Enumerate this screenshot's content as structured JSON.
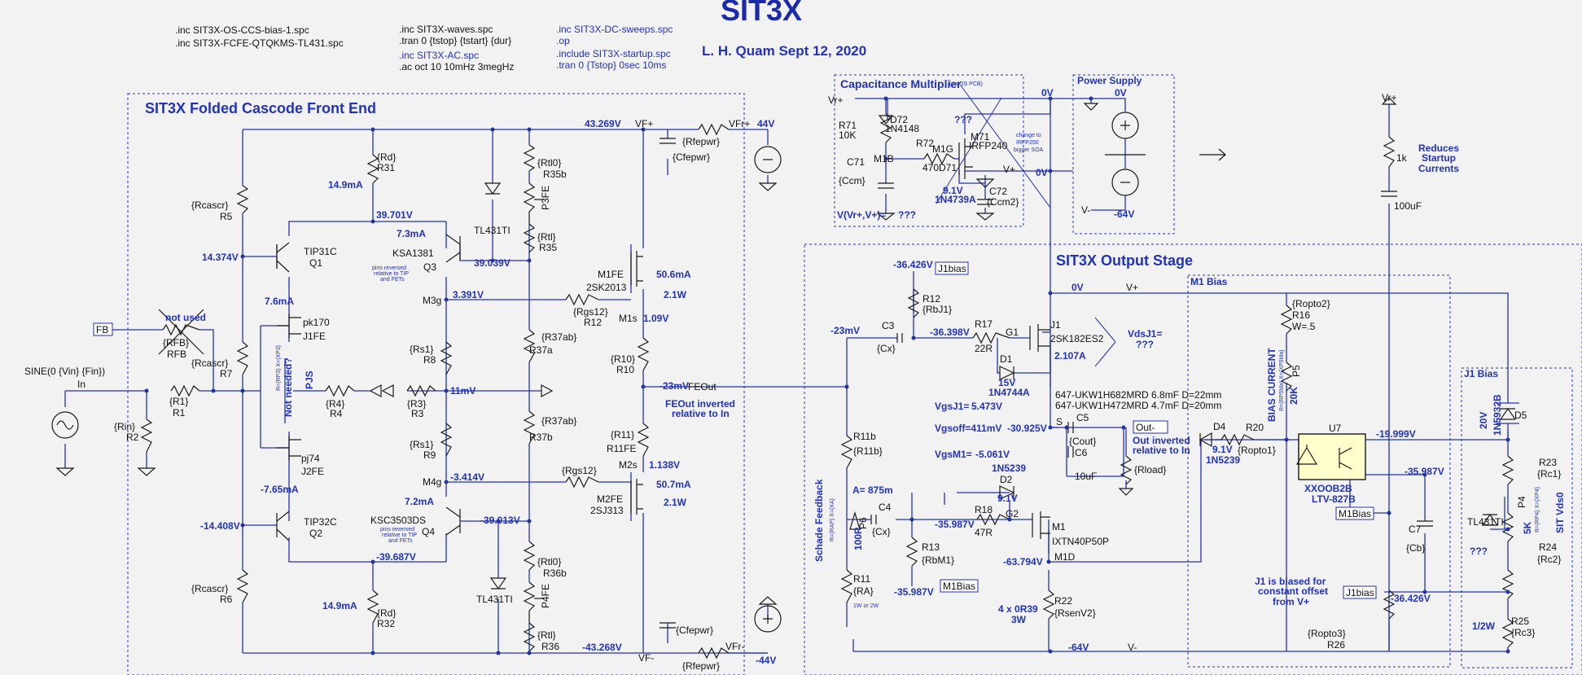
{
  "title": "SIT3X",
  "author_line": "L. H. Quam   Sept 12, 2020",
  "directives": {
    "d1": ".inc SIT3X-OS-CCS-bias-1.spc",
    "d2": ".inc SIT3X-FCFE-QTQKMS-TL431.spc",
    "d3": ".inc SIT3X-waves.spc",
    "d4": ".tran 0 {tstop} {tstart} {dur}",
    "d5": ".inc SIT3X-AC.spc",
    "d6": ".ac oct 10 10mHz 3megHz",
    "d7": ".inc SIT3X-DC-sweeps.spc",
    "d8": ".op",
    "d9": ".include SIT3X-startup.spc",
    "d10": ".tran 0 {Tstop} 0sec 10ms"
  },
  "sections": {
    "front_end": "SIT3X Folded Cascode Front End",
    "cap_mult": "Capacitance Multiplier",
    "cap_mult_note": "(on OS PCB)",
    "power_supply": "Power Supply",
    "output_stage": "SIT3X Output Stage",
    "m1_bias": "M1 Bias",
    "j1_bias": "J1 Bias"
  },
  "front_end": {
    "labels": {
      "rcascr_top": "{Rcascr}",
      "r5": "R5",
      "rcascr_mid": "{Rcascr}",
      "r7": "R7",
      "rcascr_bot": "{Rcascr}",
      "r6": "R6",
      "rd_top": "{Rd}",
      "r31": "R31",
      "rd_bot": "{Rd}",
      "r32": "R32",
      "q1_type": "TIP31C",
      "q1": "Q1",
      "q2_type": "TIP32C",
      "q2": "Q2",
      "q3_type": "KSA1381",
      "q3": "Q3",
      "q4_type": "KSC3503DS",
      "q4": "Q4",
      "pins_note_a": "pins reversed",
      "pins_note_b": "relative to TIP",
      "pins_note_c": "and FETs",
      "pins_note_d": "pins reversed",
      "pins_note_e": "relative to TIP",
      "pins_note_f": "and FETs",
      "j1fe_type": "pk170",
      "j1fe": "J1FE",
      "j2fe_type": "pj74",
      "j2fe": "J2FE",
      "pjs": "PJS",
      "not_needed": "Not needed?",
      "pjs_small": "R={RP3} X={XP3}",
      "rs1_top": "{Rs1}",
      "r8": "R8",
      "rs1_bot": "{Rs1}",
      "r9": "R9",
      "r4_val": "{R4}",
      "r4": "R4",
      "r3_val": "{R3}",
      "r3": "R3",
      "tl431_top": "TL431TI",
      "tl431_bot": "TL431TI",
      "rtl0_top": "{Rtl0}",
      "r35b": "R35b",
      "p3fe": "P3FE",
      "rtl_top": "{Rtl}",
      "r35": "R35",
      "r37ab_a": "{R37ab}",
      "r37a": "R37a",
      "r37ab_b": "{R37ab}",
      "r37b": "R37b",
      "rtl0_bot": "{Rtl0}",
      "r36b": "R36b",
      "p4fe": "P4FE",
      "rtl_bot": "{Rtl}",
      "r36": "R36",
      "m1fe": "M1FE",
      "m1fe_type": "2SK2013",
      "m2fe": "M2FE",
      "m2fe_type": "2SJ313",
      "rgs12_a": "{Rgs12}",
      "r12_fe": "R12",
      "rgs12_b": "{Rgs12}",
      "r10_val": "{R10}",
      "r10": "R10",
      "r11_val": "{R11}",
      "r11fe": "R11FE",
      "m3g": "M3g",
      "m4g": "M4g",
      "m1s": "M1s",
      "m2s": "M2s",
      "rfepwr_top": "{Rfepwr}",
      "rfepwr_bot": "{Rfepwr}",
      "cfepwr_top": "{Cfepwr}",
      "cfepwr_bot": "{Cfepwr}",
      "vfplus_a": "VF+",
      "vfplus_b": "VFr+",
      "vfminus_a": "VF-",
      "vfminus_b": "VFr-",
      "feout": "FEOut",
      "feout_note1": "FEOut inverted",
      "feout_note2": "relative to In",
      "fb": "FB",
      "not_used": "not used",
      "rfb_val": "{RFB}",
      "rfb": "RFB",
      "sine": "SINE(0 {Vin} {Fin})",
      "in": "In",
      "r1_val": "{R1}",
      "r1": "R1",
      "rin_val": "{Rin}",
      "r2": "R2"
    },
    "voltages": {
      "v43_269": "43.269V",
      "v44": "44V",
      "v39_701": "39.701V",
      "v39_039": "39.039V",
      "v14_374": "14.374V",
      "v3_391": "3.391V",
      "v1_09": "1.09V",
      "v11m": "11mV",
      "vm23": "-23mV",
      "vm3_414": "-3.414V",
      "v1_138": "1.138V",
      "vm14_408": "-14.408V",
      "vm39_013": "-39.013V",
      "vm39_687": "-39.687V",
      "vm43_268": "-43.268V",
      "vm44": "-44V"
    },
    "currents": {
      "i14_9_top": "14.9mA",
      "i7_3": "7.3mA",
      "i7_6": "7.6mA",
      "i7_65": "-7.65mA",
      "i7_2": "7.2mA",
      "i14_9_bot": "14.9mA",
      "i50_6": "50.6mA",
      "p2_1a": "2.1W",
      "i50_7": "50.7mA",
      "p2_1b": "2.1W"
    }
  },
  "cap_mult": {
    "vr_plus": "Vr+",
    "r71_val": "10K",
    "r71": "R71",
    "d72": "D72",
    "d72_type": "1N4148",
    "m1b": "M1B",
    "c71": "C71",
    "ccm": "{Ccm}",
    "r72": "R72",
    "r72_val": "470",
    "m1g": "M1G",
    "d71": "D71",
    "d71_v": "9.1V",
    "d71_type": "1N4739A",
    "m71": "M71",
    "m71_type": "IRFP240",
    "qqq": "???",
    "change_a": "change to",
    "change_b": "IRFP250",
    "change_c": "bigger SOA",
    "c72": "C72",
    "ccm2": "{Ccm2}",
    "v0": "0V",
    "vplus": "V+",
    "vexpr": "V(Vr+,V+)=",
    "vexpr_val": "???"
  },
  "power_supply": {
    "v0": "0V",
    "vminus": "V-",
    "v64": "-64V"
  },
  "startup": {
    "vr": "Vr+",
    "r_1k": "1k",
    "c100u": "100uF",
    "note1": "Reduces",
    "note2": "Startup",
    "note3": "Currents"
  },
  "output_stage": {
    "vm36_426": "-36.426V",
    "j1bias_flag": "J1bias",
    "r12": "R12",
    "rbj1": "{RbJ1}",
    "vm23": "-23mV",
    "c3": "C3",
    "cx_a": "{Cx}",
    "vm36_398": "-36.398V",
    "r17": "R17",
    "r17_val": "22R",
    "g1": "G1",
    "d1": "D1",
    "d1_v": "15V",
    "d1_type": "1N4744A",
    "j1": "J1",
    "j1_type": "2SK182ES2",
    "i2_107": "2.107A",
    "vdsj1": "VdsJ1=",
    "vdsj1_val": "???",
    "v0": "0V",
    "vplus": "V+",
    "cap_a": "647-UKW1H682MRD 6.8mF D=22mm",
    "cap_b": "647-UKW1H472MRD 4.7mF D=20mm",
    "vgsj1": "VgsJ1=",
    "vgsj1_val": "5.473V",
    "vgsoff": "Vgsoff=411mV",
    "vm30_925": "-30.925V",
    "s": "S",
    "c5": "C5",
    "cout": "{Cout}",
    "out_flag": "Out-",
    "c6": "C6",
    "c6_val": "10uF",
    "out_note1": "Out inverted",
    "out_note2": "relative to In",
    "rload": "{Rload}",
    "vgsm1": "VgsM1=",
    "vgsm1_val": "-5.061V",
    "d2_type": "1N5239",
    "d2": "D2",
    "d2_v": "9.1V",
    "r11b": "R11b",
    "r11b_val": "{R11b}",
    "schade": "Schade Feedback",
    "a_val": "A= 875m",
    "p6": "P6",
    "r100": "100R",
    "p6_small": "R={RAP} X={XA}",
    "c4": "C4",
    "cx_b": "{Cx}",
    "vm35_987_a": "-35.987V",
    "r18": "R18",
    "r18_val": "47R",
    "g2": "G2",
    "m1": "M1",
    "m1_type": "IXTN40P50P",
    "r13": "R13",
    "rbm1": "{RbM1}",
    "vm63_794": "-63.794V",
    "m1d": "M1D",
    "r11": "R11",
    "ra": "{RA}",
    "r11_note": "1W or 2W",
    "vm35_987_b": "-35.987V",
    "m1bias_flag": "M1Bias",
    "r22_note": "4 x 0R39",
    "r22_w": "3W",
    "r22": "R22",
    "rsenv2": "{RsenV2}",
    "vm64": "-64V",
    "vminus": "V-"
  },
  "m1_bias": {
    "ropto2": "{Ropto2}",
    "r16": "R16",
    "w5": "W=.5",
    "bias_current": "BIAS CURRENT",
    "k20": "20K",
    "p5": "P5",
    "p5_small": "R={RP5Ma} X={XP5Ma}",
    "d4": "D4",
    "d4_v": "9.1V",
    "d4_type": "1N5239",
    "r20": "R20",
    "ropto1": "{Ropto1}",
    "u7": "U7",
    "u7_part": "XXOOB2B",
    "u7_type": "LTV-827B",
    "vm19_999": "-19.999V",
    "vm35_987": "-35.987V",
    "m1bias_flag": "M1Bias",
    "c7": "C7",
    "cb": "{Cb}",
    "j1bias_flag": "J1bias",
    "vm36_426": "-36.426V",
    "note1": "J1 is biased for",
    "note2": "constant offset",
    "note3": "from V+",
    "ropto3": "{Ropto3}",
    "r26": "R26"
  },
  "j1_bias": {
    "v20": "20V",
    "d5_type": "1N5932B",
    "d5": "D5",
    "r23": "R23",
    "rc1": "{Rc1}",
    "p4": "P4",
    "p4_small": "R={RP4} X={XP4}",
    "k5": "5K",
    "sit_vds0": "SIT Vds0",
    "tl431": "TL431TI",
    "qqq": "???",
    "r24": "R24",
    "rc2": "{Rc2}",
    "r25": "R25",
    "rc3": "{Rc3}",
    "half_w": "1/2W"
  }
}
